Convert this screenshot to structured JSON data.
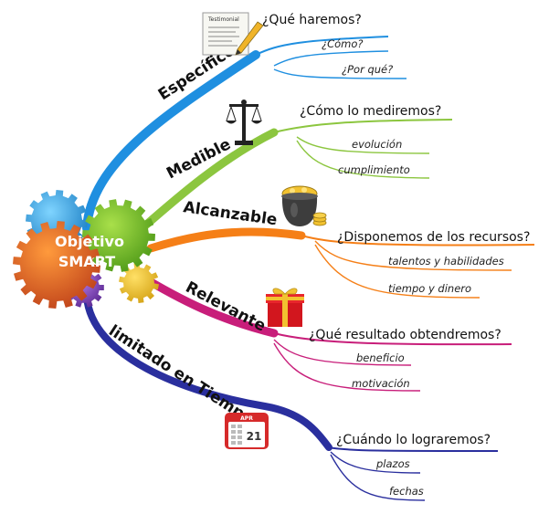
{
  "center": {
    "line1": "Objetivo",
    "line2": "SMART"
  },
  "branches": [
    {
      "label": "Específico",
      "color": "#1f8fe0",
      "question": "¿Qué haremos?",
      "subs": [
        "¿Cómo?",
        "¿Por qué?"
      ],
      "icon": "document-pen-icon"
    },
    {
      "label": "Medible",
      "color": "#8cc63f",
      "question": "¿Cómo lo mediremos?",
      "subs": [
        "evolución",
        "cumplimiento"
      ],
      "icon": "balance-scale-icon"
    },
    {
      "label": "Alcanzable",
      "color": "#f57f17",
      "question": "¿Disponemos de los recursos?",
      "subs": [
        "talentos y habilidades",
        "tiempo y dinero"
      ],
      "icon": "money-pot-icon"
    },
    {
      "label": "Relevante",
      "color": "#c81e7a",
      "question": "¿Qué resultado obtendremos?",
      "subs": [
        "beneficio",
        "motivación"
      ],
      "icon": "gift-icon"
    },
    {
      "label": "limitado en Tiempo",
      "color": "#2a2f9e",
      "question": "¿Cuándo lo lograremos?",
      "subs": [
        "plazos",
        "fechas"
      ],
      "icon": "calendar-icon"
    }
  ],
  "calendar": {
    "month": "APR",
    "day": "21"
  },
  "document_heading": "Testimonial"
}
